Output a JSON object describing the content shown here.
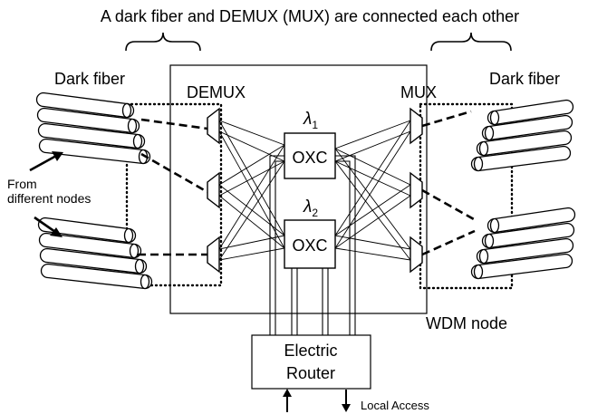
{
  "diagram": {
    "title": "A dark fiber and DEMUX (MUX) are connected each other",
    "labels": {
      "dark_fiber_left": "Dark fiber",
      "dark_fiber_right": "Dark fiber",
      "demux": "DEMUX",
      "mux": "MUX",
      "from_line1": "From",
      "from_line2": "different nodes",
      "wdm_node": "WDM node",
      "router_line1": "Electric",
      "router_line2": "Router",
      "local_access": "Local Access"
    },
    "switches": [
      {
        "id": "oxc-1",
        "label": "OXC",
        "lambda_symbol": "λ",
        "lambda_index": "1"
      },
      {
        "id": "oxc-2",
        "label": "OXC",
        "lambda_symbol": "λ",
        "lambda_index": "2"
      }
    ],
    "colors": {
      "line": "#000000",
      "fiber_fill": "#ffffff",
      "background": "#ffffff"
    }
  }
}
